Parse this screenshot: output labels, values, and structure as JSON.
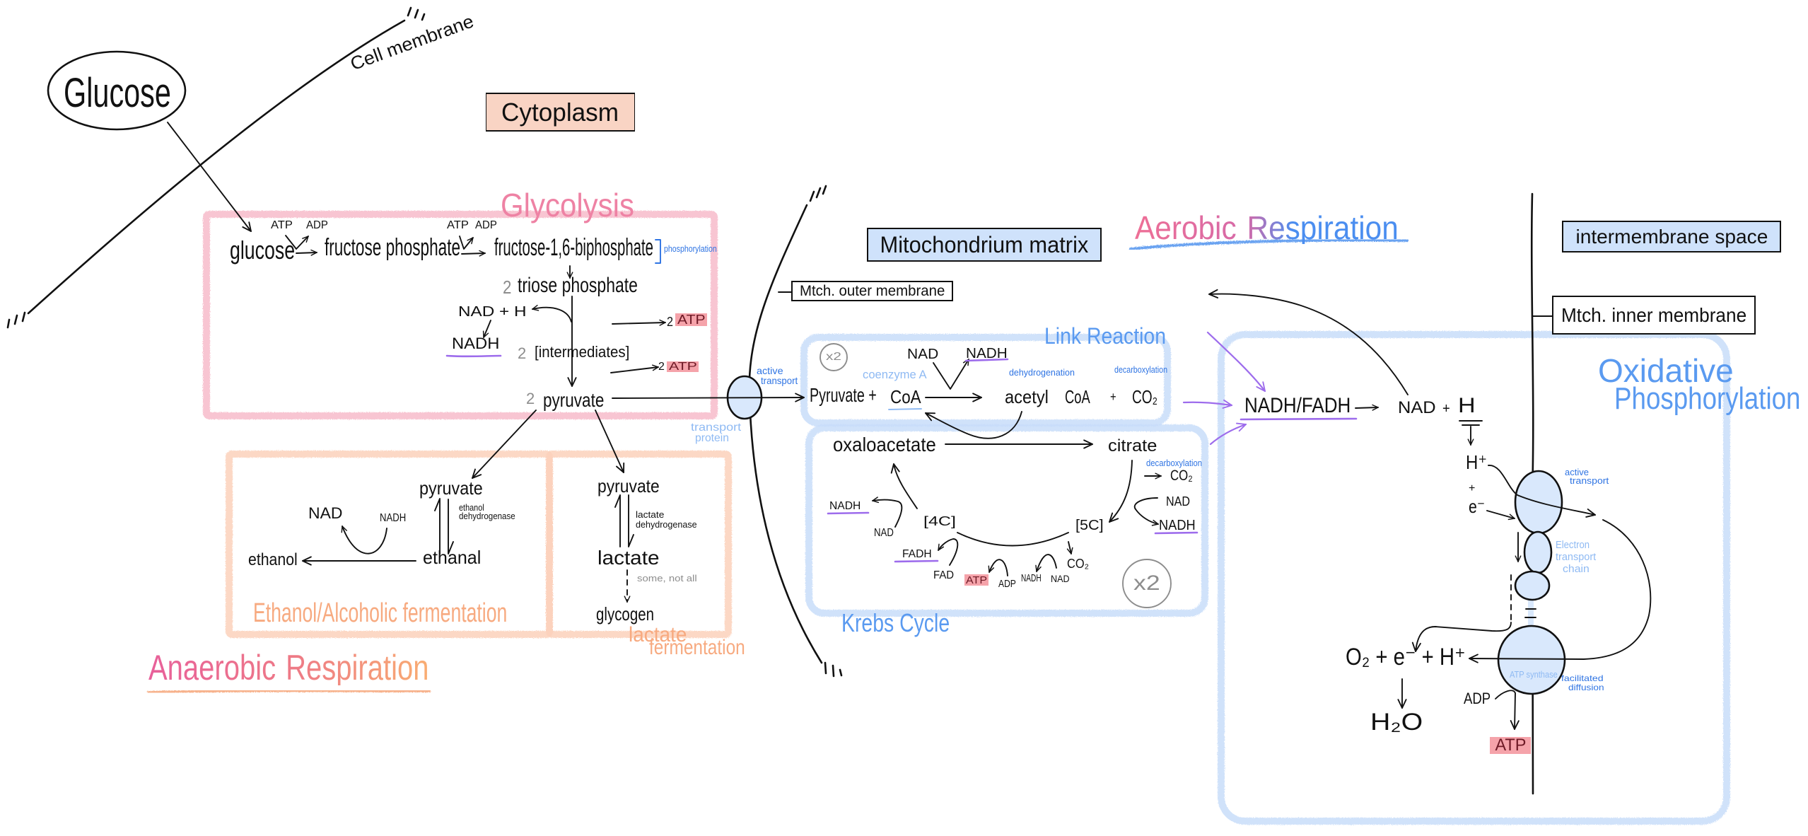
{
  "colors": {
    "ink": "#111111",
    "glycolysis_border": "#f7bccb",
    "glycolysis_title": "#ee82a4",
    "fermentation_border": "#fcd2bc",
    "fermentation_text": "#f7aa80",
    "anaerobic_title_start": "#e8609a",
    "anaerobic_title_end": "#f9ad72",
    "aerobic_title_start": "#ee6f96",
    "aerobic_title_end": "#4b8ef0",
    "blue_border": "#c8ddfa",
    "blue_title": "#5a9af0",
    "blue_note": "#2f74e3",
    "light_blue_note": "#8fbaf3",
    "carrier_underline": "#9d6cec",
    "atp_highlight": "#f5a3aa",
    "atp_text": "#6e1a26",
    "cytoplasm_fill": "#f9d4c4",
    "mito_fill": "#cfe2fb",
    "protein_fill": "#d9e8fc",
    "muted_gray": "#8d8d8d"
  },
  "cell": {
    "glucose": "Glucose",
    "membrane_label": "Cell membrane",
    "cytoplasm_label": "Cytoplasm"
  },
  "glycolysis": {
    "title": "Glycolysis",
    "glucose": "glucose",
    "step1_atp": "ATP",
    "step1_adp": "ADP",
    "fructose_phosphate": "fructose phosphate",
    "step2_atp": "ATP",
    "step2_adp": "ADP",
    "fructose_biphosphate": "fructose-1,6-biphosphate",
    "phosphorylation_note": "phosphorylation",
    "triose_count": "2",
    "triose_phosphate": "triose phosphate",
    "nad_plus_h": "NAD + H",
    "nadh": "NADH",
    "atp_yield_1": {
      "count": "2",
      "label": "ATP"
    },
    "intermediates_count": "2",
    "intermediates": "[intermediates]",
    "atp_yield_2": {
      "count": "2",
      "label": "ATP"
    },
    "pyruvate_count": "2",
    "pyruvate": "pyruvate"
  },
  "anaerobic": {
    "title": [
      "Anaerobic",
      "Respiration"
    ],
    "alcoholic": {
      "pyruvate": "pyruvate",
      "enzyme": [
        "ethanol",
        "dehydrogenase"
      ],
      "nad": "NAD",
      "nadh": "NADH",
      "ethanal": "ethanal",
      "ethanol": "ethanol",
      "label": "Ethanol/Alcoholic fermentation"
    },
    "lactate": {
      "pyruvate": "pyruvate",
      "enzyme": [
        "lactate",
        "dehydrogenase"
      ],
      "lactate": "lactate",
      "note": "some, not all",
      "glycogen": "glycogen",
      "label": [
        "lactate",
        "fermentation"
      ]
    }
  },
  "transport_protein": {
    "mechanism": [
      "active",
      "transport"
    ],
    "label": [
      "transport",
      "protein"
    ]
  },
  "mitochondrion": {
    "outer_membrane": "Mtch. outer membrane",
    "matrix": "Mitochondrium matrix",
    "intermembrane_space": "intermembrane space",
    "inner_membrane": "Mtch. inner membrane"
  },
  "aerobic": {
    "title": [
      "Aerobic",
      "Respiration"
    ]
  },
  "link_reaction": {
    "title": "Link Reaction",
    "multiplier": "x2",
    "nad": "NAD",
    "nadh": "NADH",
    "coenzyme_note": "coenzyme A",
    "dehydrogenation_note": "dehydrogenation",
    "decarboxylation_note": "decarboxylation",
    "reactant": "Pyruvate +",
    "coa": "CoA",
    "product_acetyl": "acetyl",
    "product_coa": "CoA",
    "plus": "+",
    "co2": "CO₂"
  },
  "krebs_cycle": {
    "title": "Krebs Cycle",
    "multiplier": "x2",
    "oxaloacetate": "oxaloacetate",
    "citrate": "citrate",
    "decarboxylation_note": "decarboxylation",
    "co2_1": "CO₂",
    "nad_1": "NAD",
    "nadh_1": "NADH",
    "five_carbon": "[5C]",
    "four_carbon": "[4C]",
    "nadh_2": "NADH",
    "nad_2": "NAD",
    "fadh": "FADH",
    "fad": "FAD",
    "atp": "ATP",
    "adp": "ADP",
    "nadh_3": "NADH",
    "nad_3": "NAD",
    "co2_2": "CO₂"
  },
  "oxidative_phosphorylation": {
    "title": [
      "Oxidative",
      "Phosphorylation"
    ],
    "carriers": "NADH/FADH",
    "nad": "NAD",
    "plus": "+",
    "h": "H",
    "h_ion": "H⁺",
    "plus_2": "+",
    "electron": "e⁻",
    "pump_note": [
      "active",
      "transport"
    ],
    "etc_label": [
      "Electron",
      "transport",
      "chain"
    ],
    "atp_synthase": "ATP synthase",
    "synthase_note": [
      "facilitated",
      "diffusion"
    ],
    "final_acceptor": "O₂ + e⁻ + H⁺",
    "water": "H₂O",
    "adp": "ADP",
    "atp": "ATP"
  }
}
